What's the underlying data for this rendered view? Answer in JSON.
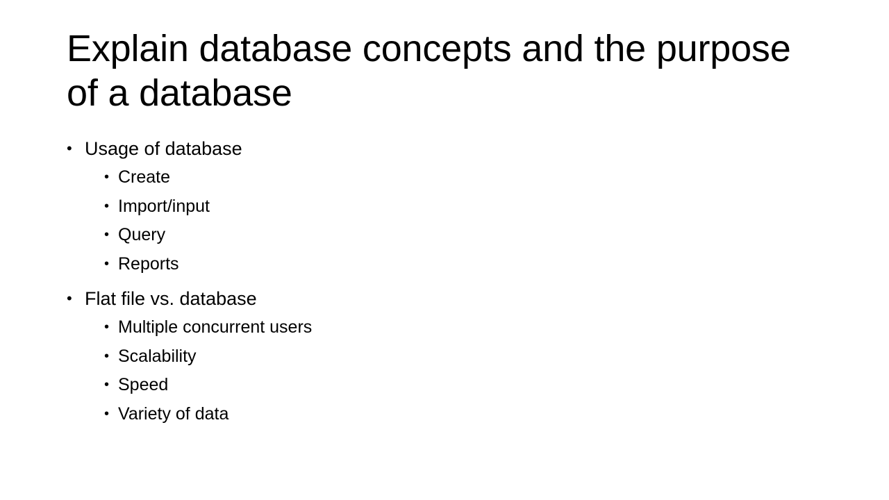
{
  "slide": {
    "title": "Explain database concepts and the purpose of a database",
    "background_color": "#FFFFFF",
    "text_color": "#000000",
    "bullet_glyph": "•",
    "groups": [
      {
        "label": "Usage of database",
        "items": [
          {
            "label": "Create"
          },
          {
            "label": "Import/input"
          },
          {
            "label": "Query"
          },
          {
            "label": "Reports"
          }
        ]
      },
      {
        "label": "Flat file vs. database",
        "items": [
          {
            "label": "Multiple concurrent users"
          },
          {
            "label": "Scalability"
          },
          {
            "label": "Speed"
          },
          {
            "label": "Variety of data"
          }
        ]
      }
    ]
  }
}
